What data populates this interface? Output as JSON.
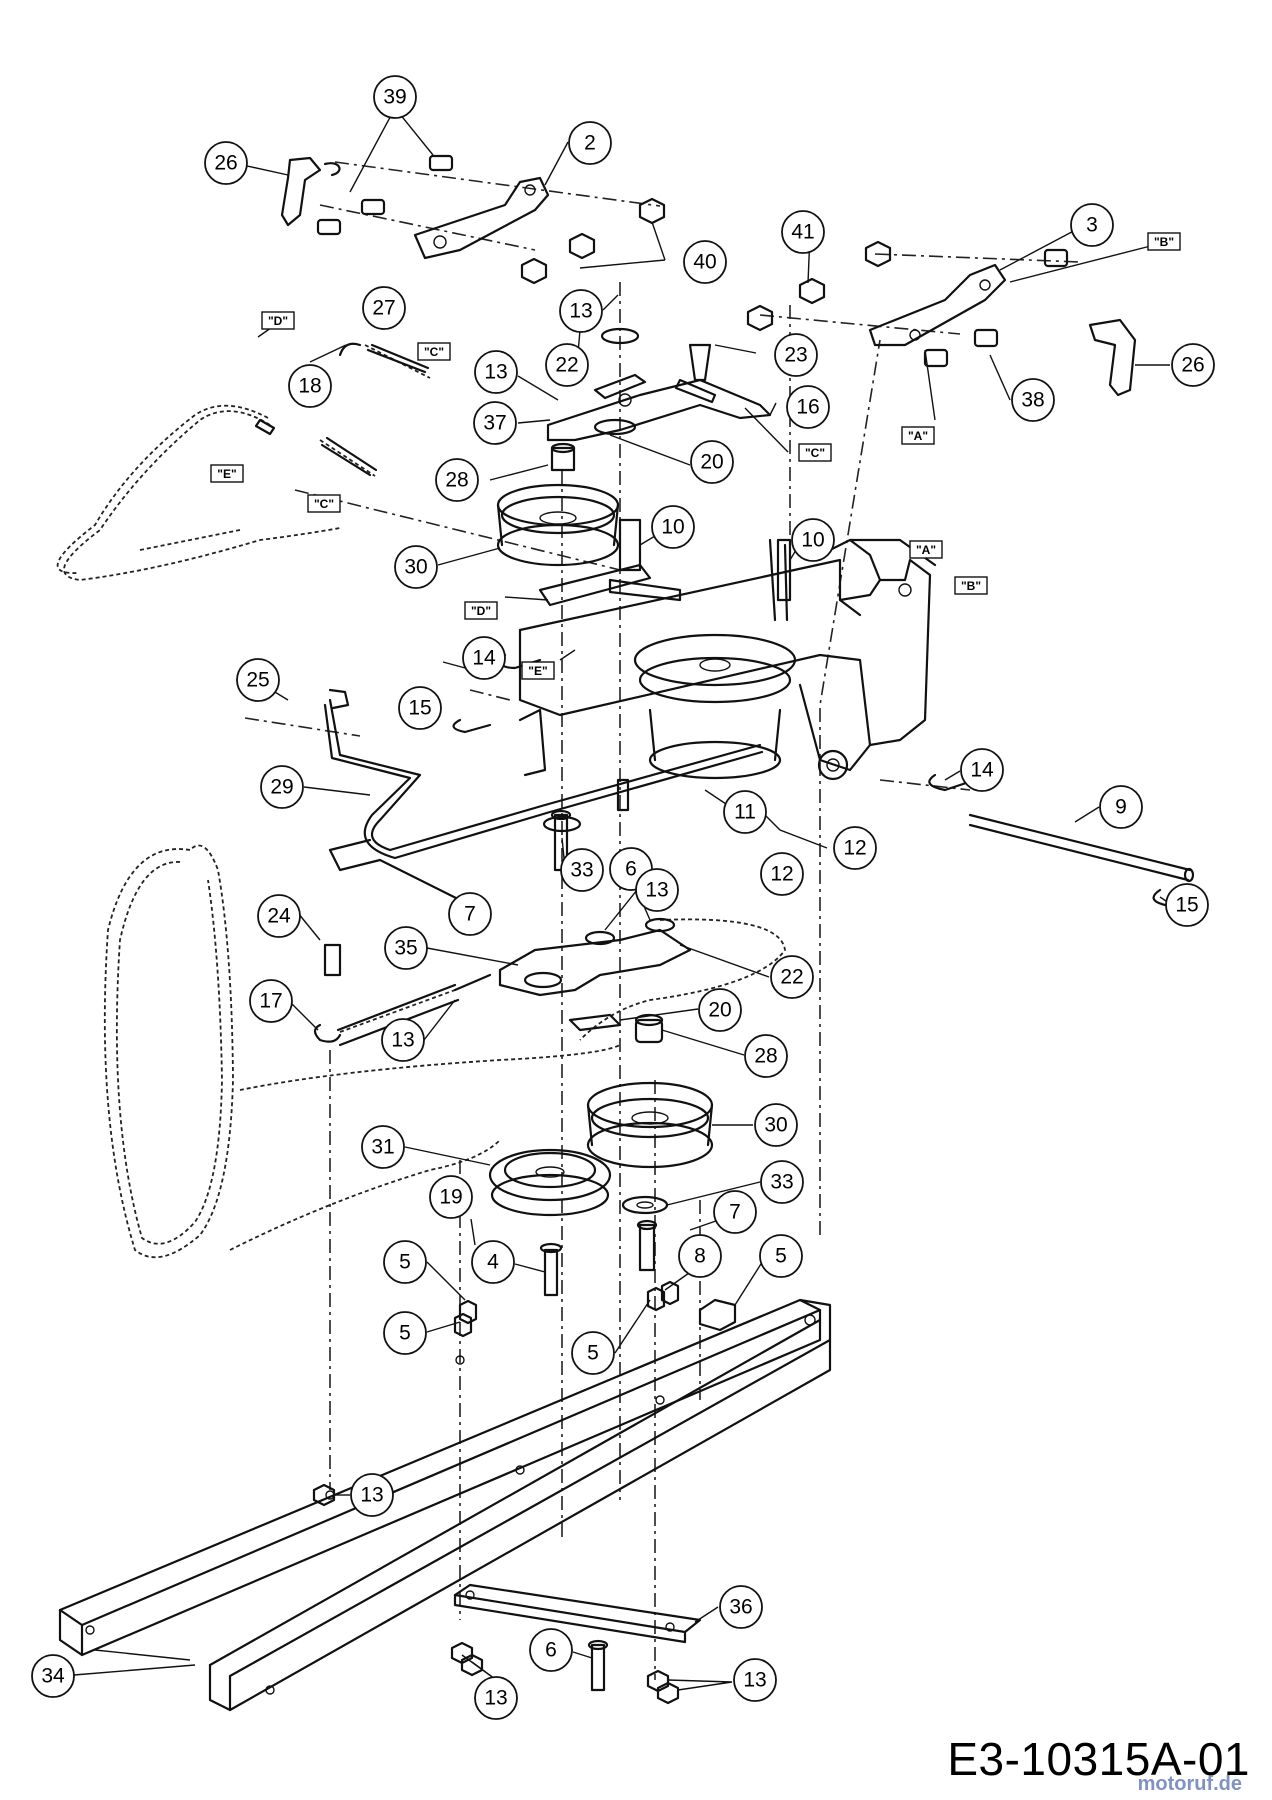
{
  "diagram": {
    "drawing_code": "E3-10315A-01",
    "watermark": "motoruf.de",
    "callouts": [
      "39",
      "26",
      "2",
      "40",
      "3",
      "41",
      "26",
      "38",
      "13",
      "22",
      "23",
      "27",
      "18",
      "13",
      "16",
      "37",
      "20",
      "28",
      "10",
      "10",
      "30",
      "14",
      "25",
      "15",
      "29",
      "14",
      "11",
      "9",
      "12",
      "12",
      "33",
      "6",
      "15",
      "24",
      "7",
      "13",
      "35",
      "22",
      "17",
      "13",
      "20",
      "28",
      "30",
      "31",
      "33",
      "19",
      "7",
      "5",
      "4",
      "5",
      "8",
      "5",
      "5",
      "13",
      "36",
      "6",
      "34",
      "13",
      "13"
    ],
    "letter_tags": [
      "\"D\"",
      "\"C\"",
      "\"E\"",
      "\"C\"",
      "\"B\"",
      "\"A\"",
      "\"C\"",
      "\"A\"",
      "\"B\"",
      "\"D\"",
      "\"E\""
    ]
  }
}
